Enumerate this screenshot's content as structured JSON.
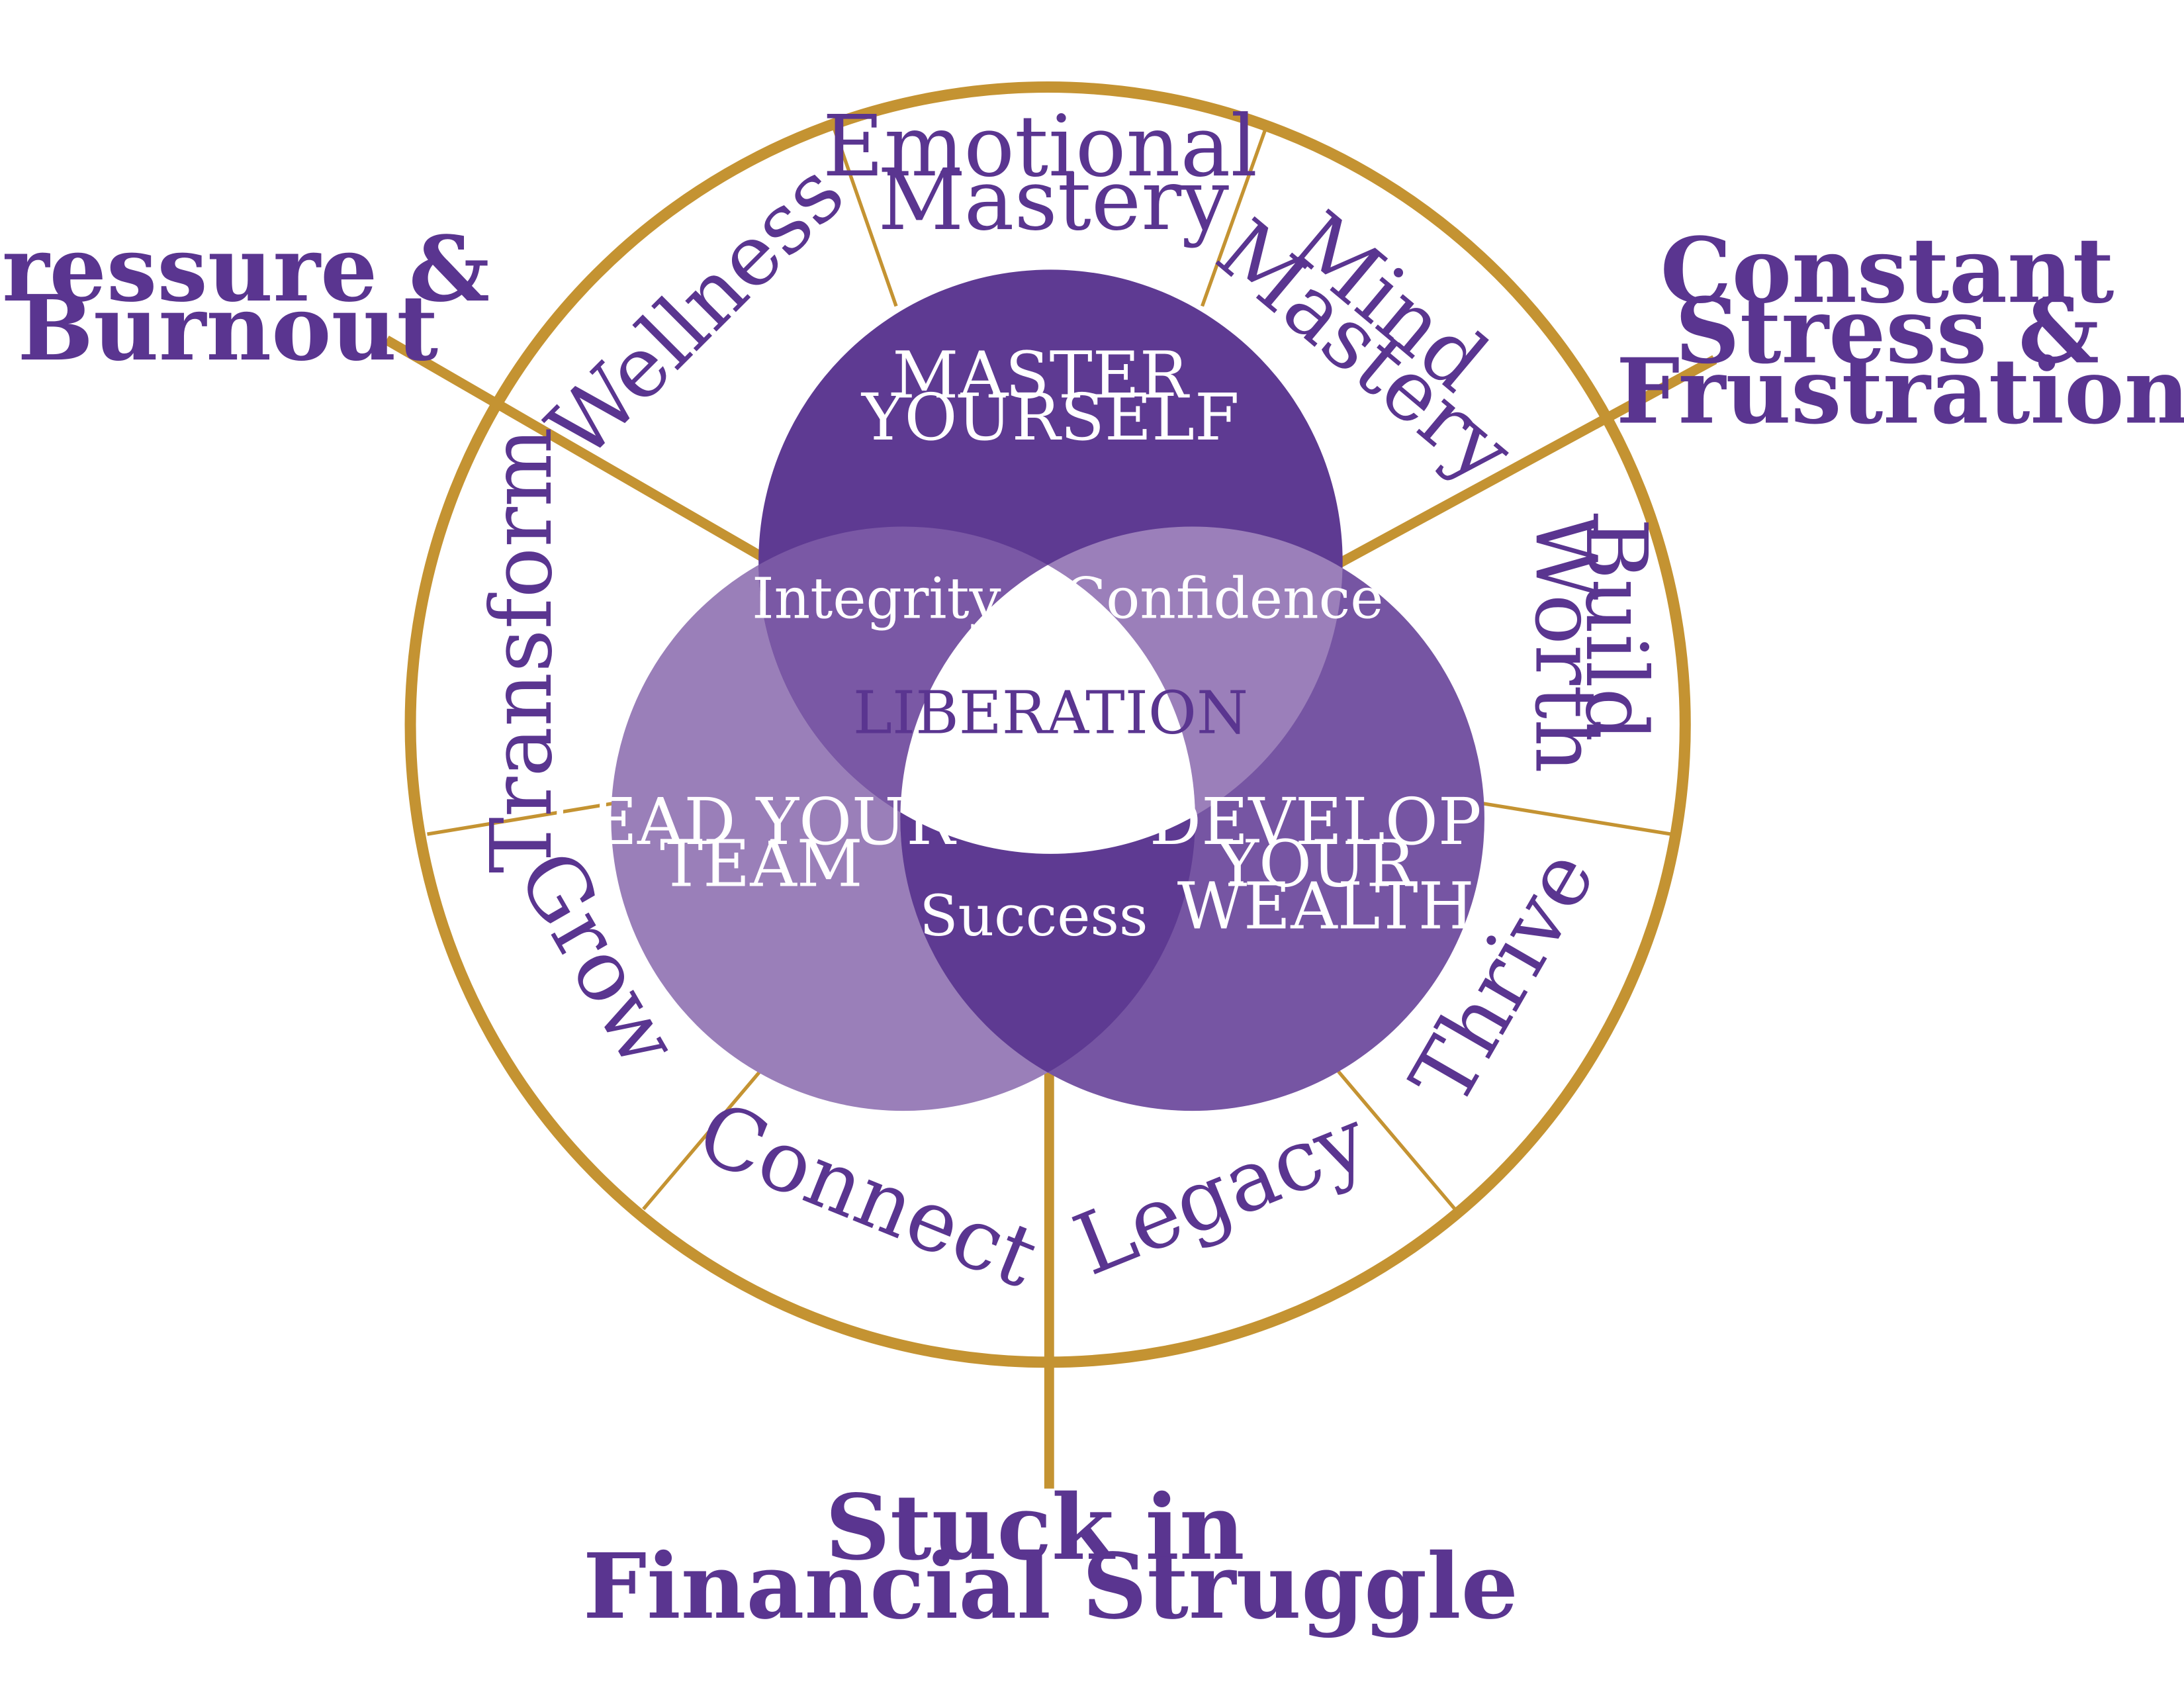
{
  "colors": {
    "gold": "#c49332",
    "purple_text": "#5a3590",
    "circle_top": "#5e3a92",
    "circle_left": "#9a7fb9",
    "circle_right": "#7655a3",
    "overlap_left": "#7a58a5",
    "overlap_right": "#9b7fba",
    "overlap_bottom": "#5e3a92",
    "background": "#ffffff"
  },
  "outer_labels": {
    "top_left": [
      "Pressure &",
      "Burnout"
    ],
    "top_right": [
      "Constant",
      "Stress &",
      "Frustration"
    ],
    "bottom": [
      "Stuck in",
      "Financial Struggle"
    ]
  },
  "segments": {
    "emotional_mastery": [
      "Emotional",
      "Mastery"
    ],
    "mind_mastery": [
      "Mind",
      "Mastery"
    ],
    "build_worth": [
      "Build",
      "Worth"
    ],
    "thrive": "Thrive",
    "legacy": "Legacy",
    "connect": "Connect",
    "grow": "Grow",
    "transform": "Transform",
    "wellness": "Wellness"
  },
  "circles": {
    "top": [
      "MASTER",
      "YOURSELF"
    ],
    "left": [
      "LEAD YOUR",
      "TEAM"
    ],
    "right": [
      "DEVELOP",
      "YOUR",
      "WEALTH"
    ]
  },
  "overlaps": {
    "left_top": "Integrity",
    "right_top": "Confidence",
    "bottom": "Success",
    "center": "LIBERATION"
  }
}
